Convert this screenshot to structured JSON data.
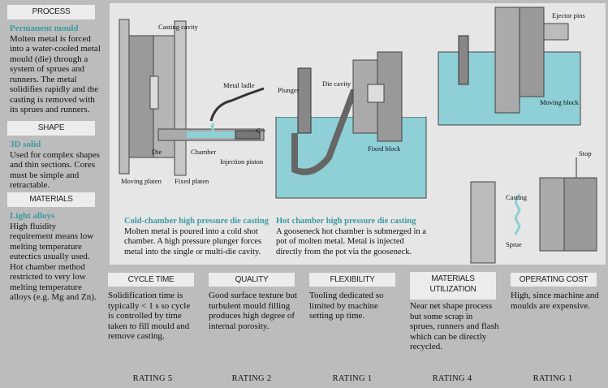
{
  "left": {
    "process": {
      "header": "PROCESS",
      "subtitle": "Permanent mould",
      "text": "Molten metal is forced into a water-cooled metal mould (die) through a system of sprues and runners. The metal solidifies rapidly and the casting is removed with its sprues and runners."
    },
    "shape": {
      "header": "SHAPE",
      "subtitle": "3D solid",
      "text": "Used for complex shapes and thin sections. Cores must be simple and retractable."
    },
    "materials": {
      "header": "MATERIALS",
      "subtitle": "Light alloys",
      "text": "High fluidity requirement means low melting temperature eutectics usually used. Hot chamber method restricted to very low melting temperature alloys (e.g. Mg and Zn)."
    }
  },
  "diagram": {
    "labels": {
      "casting_cavity": "Casting cavity",
      "metal_ladle": "Metal ladle",
      "die": "Die",
      "chamber": "Chamber",
      "injection_piston": "Injection piston",
      "moving_platen": "Moving platen",
      "fixed_platen": "Fixed platen",
      "plunger": "Plunger",
      "die_cavity": "Die cavity",
      "fixed_block": "Fixed block",
      "ejector_pins": "Ejector pins",
      "moving_block": "Moving block",
      "stop": "Stop",
      "casting": "Casting",
      "sprue": "Sprue"
    },
    "cold": {
      "title": "Cold-chamber high pressure die casting",
      "text": "Molten metal is poured into a cold shot chamber. A high pressure plunger forces metal into the single or multi-die cavity."
    },
    "hot": {
      "title": "Hot chamber high pressure die casting",
      "text": "A gooseneck hot chamber is submerged in a pot of molten metal. Metal is injected directly from the pot via the gooseneck."
    }
  },
  "criteria": [
    {
      "header": "CYCLE TIME",
      "text": "Solidification time is typically < 1 s so cycle is controlled by time taken to fill mould and remove casting.",
      "rating": "RATING 5"
    },
    {
      "header": "QUALITY",
      "text": "Good surface texture but turbulent mould filling produces high degree of internal porosity.",
      "rating": "RATING 2"
    },
    {
      "header": "FLEXIBILITY",
      "text": "Tooling dedicated so limited by machine setting up time.",
      "rating": "RATING 1"
    },
    {
      "header": "MATERIALS UTILIZATION",
      "text": "Near net shape process but some scrap in sprues, runners and flash which can be directly recycled.",
      "rating": "RATING 4"
    },
    {
      "header": "OPERATING COST",
      "text": "High, since machine and moulds are expensive.",
      "rating": "RATING 1"
    }
  ],
  "colors": {
    "accent": "#3d9aa3",
    "metal": "#8fcfd6",
    "steel": "#7a7a7a"
  }
}
